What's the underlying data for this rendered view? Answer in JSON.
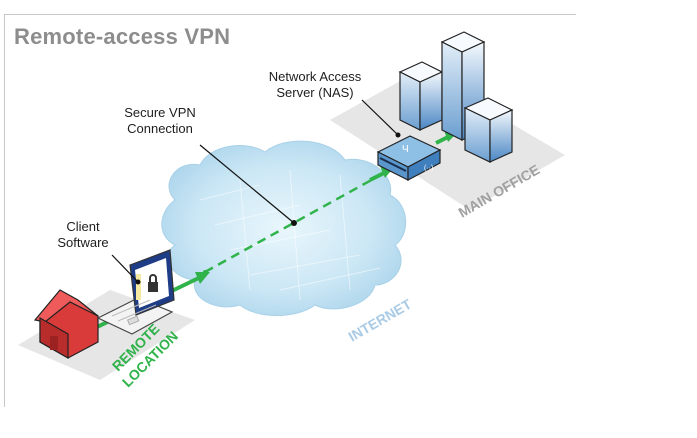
{
  "diagram": {
    "title": "Remote-access VPN",
    "labels": {
      "nas_line1": "Network Access",
      "nas_line2": "Server (NAS)",
      "vpn_line1": "Secure VPN",
      "vpn_line2": "Connection",
      "client_line1": "Client",
      "client_line2": "Software"
    },
    "zones": {
      "main_office": "MAIN OFFICE",
      "internet": "INTERNET",
      "remote_line1": "REMOTE",
      "remote_line2": "LOCATION"
    },
    "nodes": [
      {
        "id": "home",
        "label": "Remote home",
        "icon": "house-icon"
      },
      {
        "id": "laptop",
        "label": "Client laptop",
        "icon": "laptop-lock-icon"
      },
      {
        "id": "cloud",
        "label": "Internet cloud",
        "icon": "cloud-icon"
      },
      {
        "id": "nas",
        "label": "Network Access Server",
        "icon": "nas-device-icon"
      },
      {
        "id": "office",
        "label": "Main office buildings",
        "icon": "office-buildings-icon"
      }
    ],
    "colors": {
      "title": "#8d8d8d",
      "green": "#2fb34a",
      "internet_text": "#a9cbe6",
      "office_text": "#a0a0a0",
      "house": "#d93a3a",
      "cloud": "#bfe0f2"
    }
  }
}
